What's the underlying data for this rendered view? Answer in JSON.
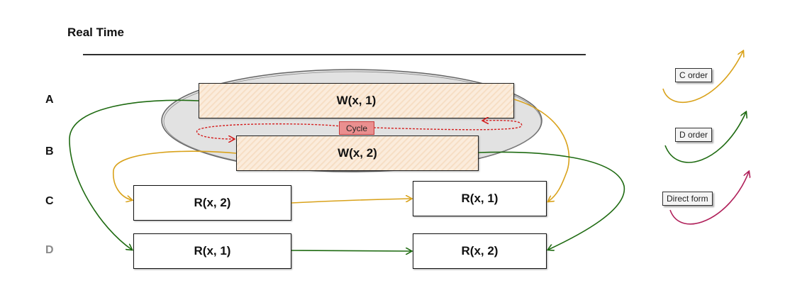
{
  "title": "Real Time",
  "rows": [
    "A",
    "B",
    "C",
    "D"
  ],
  "operations": {
    "a_write": "W(x, 1)",
    "b_write": "W(x, 2)",
    "c_read_1": "R(x, 2)",
    "c_read_2": "R(x, 1)",
    "d_read_1": "R(x, 1)",
    "d_read_2": "R(x, 2)"
  },
  "cycle_label": "Cycle",
  "legend": {
    "c_order": "C order",
    "d_order": "D order",
    "direct_form": "Direct form"
  },
  "colors": {
    "c_order": "#d9a21b",
    "d_order": "#1f6b12",
    "direct_form": "#b0205a",
    "cycle": "#d42020",
    "ellipse_fill": "#d8d8d8"
  }
}
